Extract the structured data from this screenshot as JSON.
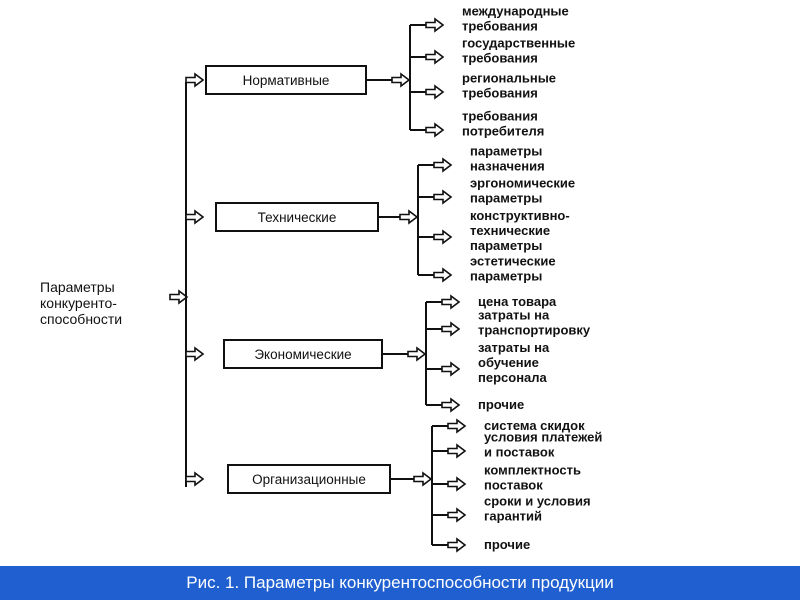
{
  "root": {
    "lines": [
      "Параметры",
      "конкуренто-",
      "способности"
    ]
  },
  "categories": [
    {
      "label": "Нормативные",
      "items": [
        [
          "международные",
          "требования"
        ],
        [
          "государственные",
          "требования"
        ],
        [
          "региональные",
          "требования"
        ],
        [
          "требования",
          "потребителя"
        ]
      ]
    },
    {
      "label": "Технические",
      "items": [
        [
          "параметры",
          "назначения"
        ],
        [
          "эргономические",
          "параметры"
        ],
        [
          "конструктивно-",
          "технические",
          "параметры"
        ],
        [
          "эстетические",
          "параметры"
        ]
      ]
    },
    {
      "label": "Экономические",
      "items": [
        [
          "цена товара"
        ],
        [
          "затраты на",
          "транспортировку"
        ],
        [
          "затраты на",
          "обучение",
          "персонала"
        ],
        [
          "прочие"
        ]
      ]
    },
    {
      "label": "Организационные",
      "items": [
        [
          "система скидок"
        ],
        [
          "условия платежей",
          "и поставок"
        ],
        [
          "комплектность",
          "поставок"
        ],
        [
          "сроки  и условия",
          "гарантий"
        ],
        [
          "прочие"
        ]
      ]
    }
  ],
  "caption": "Рис. 1. Параметры конкурентоспособности продукции",
  "colors": {
    "caption_bar": "#1f5fd0",
    "caption_text": "#ffffff",
    "ink": "#111111"
  }
}
